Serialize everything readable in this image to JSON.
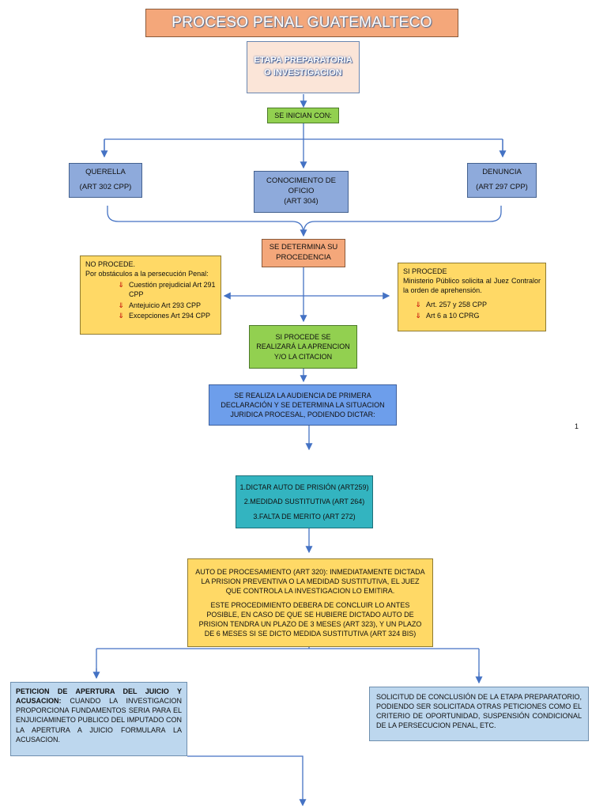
{
  "title": "PROCESO PENAL GUATEMALTECO",
  "stage": "ETAPA PREPARATORIA O INVESTIGACION",
  "start": "SE INICIAN CON:",
  "sources": {
    "querella": {
      "name": "QUERELLA",
      "article": "(ART 302 CPP)"
    },
    "conocimiento": {
      "name": "CONOCIMENTO DE OFICIO",
      "article": "(ART 304)"
    },
    "denuncia": {
      "name": "DENUNCIA",
      "article": "(ART 297 CPP)"
    }
  },
  "determina": "SE DETERMINA SU PROCEDENCIA",
  "no_procede": {
    "heading": "NO PROCEDE.",
    "intro": "Por obstáculos a la persecución Penal:",
    "items": [
      "Cuestión prejudicial Art 291 CPP",
      "Antejuicio Art 293 CPP",
      "Excepciones Art 294 CPP"
    ]
  },
  "si_procede": {
    "heading": "SI PROCEDE",
    "intro": "Ministerio Público solicita al Juez Contralor la orden de aprehensión.",
    "items": [
      "Art. 257 y 258 CPP",
      "Art 6 a 10 CPRG"
    ]
  },
  "aprehension": "SI PROCEDE SE REALIZARÁ LA APRENCION Y/O LA CITACION",
  "audiencia": "SE REALIZA LA AUDIENCIA DE PRIMERA DECLARACIÓN Y SE DETERMINA LA SITUACION JURIDICA PROCESAL, PODIENDO DICTAR:",
  "page_number": "1",
  "options": [
    "1.DICTAR AUTO DE PRISIÓN (ART259)",
    "2.MEDIDAD SUSTITUTIVA (ART 264)",
    "3.FALTA DE MERITO (ART 272)"
  ],
  "auto": {
    "p1": "AUTO DE PROCESAMIENTO (ART 320): INMEDIATAMENTE DICTADA LA PRISION PREVENTIVA O LA MEDIDAD SUSTITUTIVA, EL JUEZ QUE CONTROLA LA INVESTIGACION LO EMITIRA.",
    "p2": "ESTE PROCEDIMIENTO DEBERA DE CONCLUIR LO ANTES POSIBLE, EN CASO DE QUE SE HUBIERE DICTADO AUTO DE PRISION TENDRA UN PLAZO DE 3 MESES (ART 323), Y UN PLAZO DE 6 MESES SI SE DICTO MEDIDA SUSTITUTIVA (ART 324 BIS)"
  },
  "peticion": {
    "label": "PETICION DE APERTURA DEL JUICIO Y ACUSACION:",
    "text": " CUANDO LA INVESTIGACION PROPORCIONA FUNDAMENTOS SERIA PARA EL ENJUICIAMINETO PUBLICO DEL IMPUTADO CON LA APERTURA A JUICIO FORMULARA LA ACUSACION."
  },
  "solicitud": "SOLICITUD DE CONCLUSIÓN DE LA ETAPA PREPARATORIO, PODIENDO SER SOLICITADA OTRAS PETICIONES COMO EL CRITERIO DE OPORTUNIDAD, SUSPENSIÓN CONDICIONAL DE LA PERSECUCION PENAL, ETC.",
  "icons": {
    "bullet": "red-arrow-bullet-icon"
  },
  "colors": {
    "title": "#f4a77a",
    "stage": "#fbe5d8",
    "green": "#92d050",
    "blue": "#8eaadb",
    "yellow": "#ffd966",
    "bright_blue": "#6d9eeb",
    "teal": "#33b4c0",
    "pale_blue": "#bdd7ee",
    "connector": "#4472c4"
  }
}
